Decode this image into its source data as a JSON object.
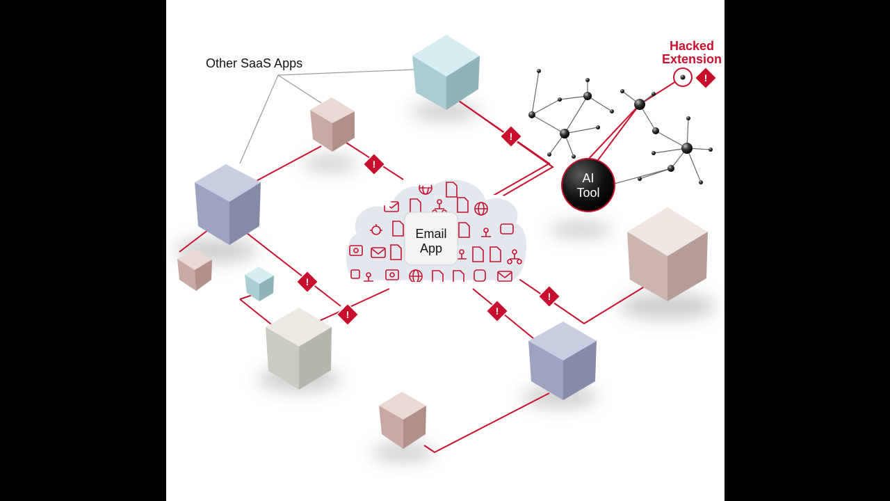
{
  "labels": {
    "other_saas": "Other SaaS Apps",
    "hacked_line1": "Hacked",
    "hacked_line2": "Extension",
    "email_line1": "Email",
    "email_line2": "App",
    "ai_line1": "AI",
    "ai_line2": "Tool"
  },
  "colors": {
    "link": "#c8102e",
    "alert": "#c8102e",
    "cloud_fill": "#e3e7ee",
    "ai_node": "#111111",
    "background": "#000000",
    "canvas": "#ffffff"
  },
  "cubes": [
    {
      "name": "cube-top-blue",
      "color": "blue-light"
    },
    {
      "name": "cube-pink-small-upper",
      "color": "pink"
    },
    {
      "name": "cube-lavender-left",
      "color": "lavender"
    },
    {
      "name": "cube-pink-small-left",
      "color": "pink"
    },
    {
      "name": "cube-blue-tiny",
      "color": "blue-light"
    },
    {
      "name": "cube-grey-large",
      "color": "grey"
    },
    {
      "name": "cube-lavender-bottom",
      "color": "lavender"
    },
    {
      "name": "cube-pink-bottom",
      "color": "pink"
    },
    {
      "name": "cube-pink-large-right",
      "color": "pink"
    }
  ],
  "icons": [
    "email-icon",
    "document-icon",
    "globe-icon",
    "network-icon",
    "code-icon",
    "json-icon",
    "xml-icon",
    "square-icon"
  ]
}
